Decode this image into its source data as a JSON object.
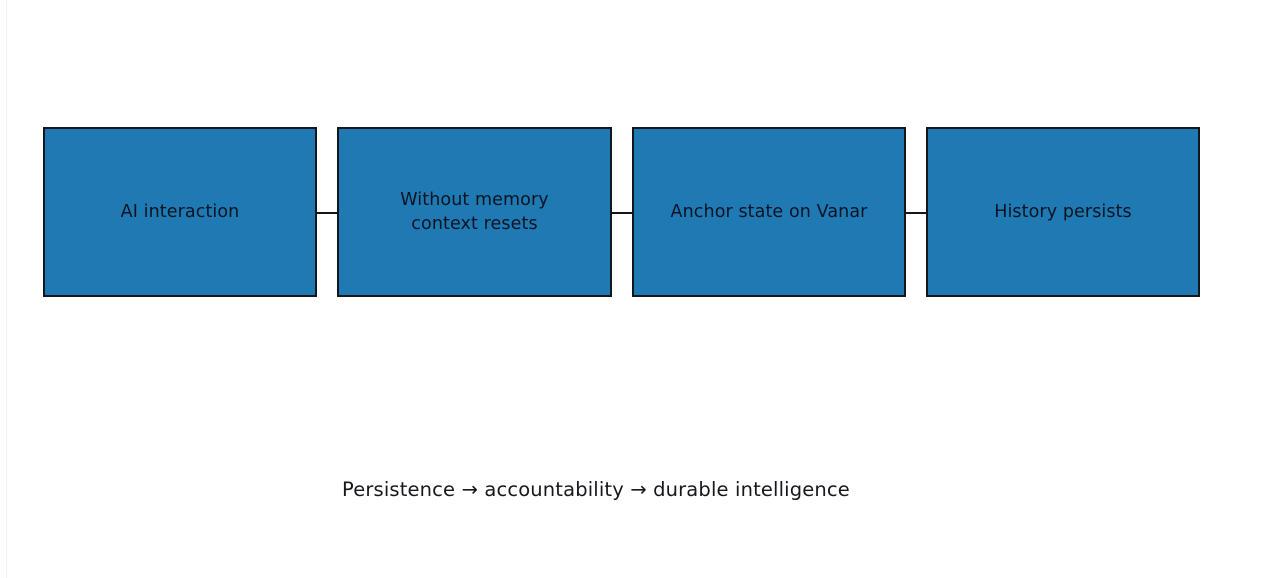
{
  "diagram": {
    "type": "flow",
    "background_color": "#ffffff",
    "node_fill_color": "#1f7ab4",
    "node_border_color": "#13161c",
    "node_text_color": "#0d1322",
    "connector_color": "#13161c",
    "nodes": [
      {
        "id": "node-1",
        "label": "AI interaction"
      },
      {
        "id": "node-2",
        "label": "Without memory\ncontext resets"
      },
      {
        "id": "node-3",
        "label": "Anchor state on Vanar"
      },
      {
        "id": "node-4",
        "label": "History persists"
      }
    ],
    "connectors": [
      {
        "from": "node-1",
        "to": "node-2",
        "style": "line"
      },
      {
        "from": "node-2",
        "to": "node-3",
        "style": "line"
      },
      {
        "from": "node-3",
        "to": "node-4",
        "style": "line"
      }
    ],
    "caption": "Persistence → accountability → durable intelligence",
    "caption_color": "#15181d"
  }
}
